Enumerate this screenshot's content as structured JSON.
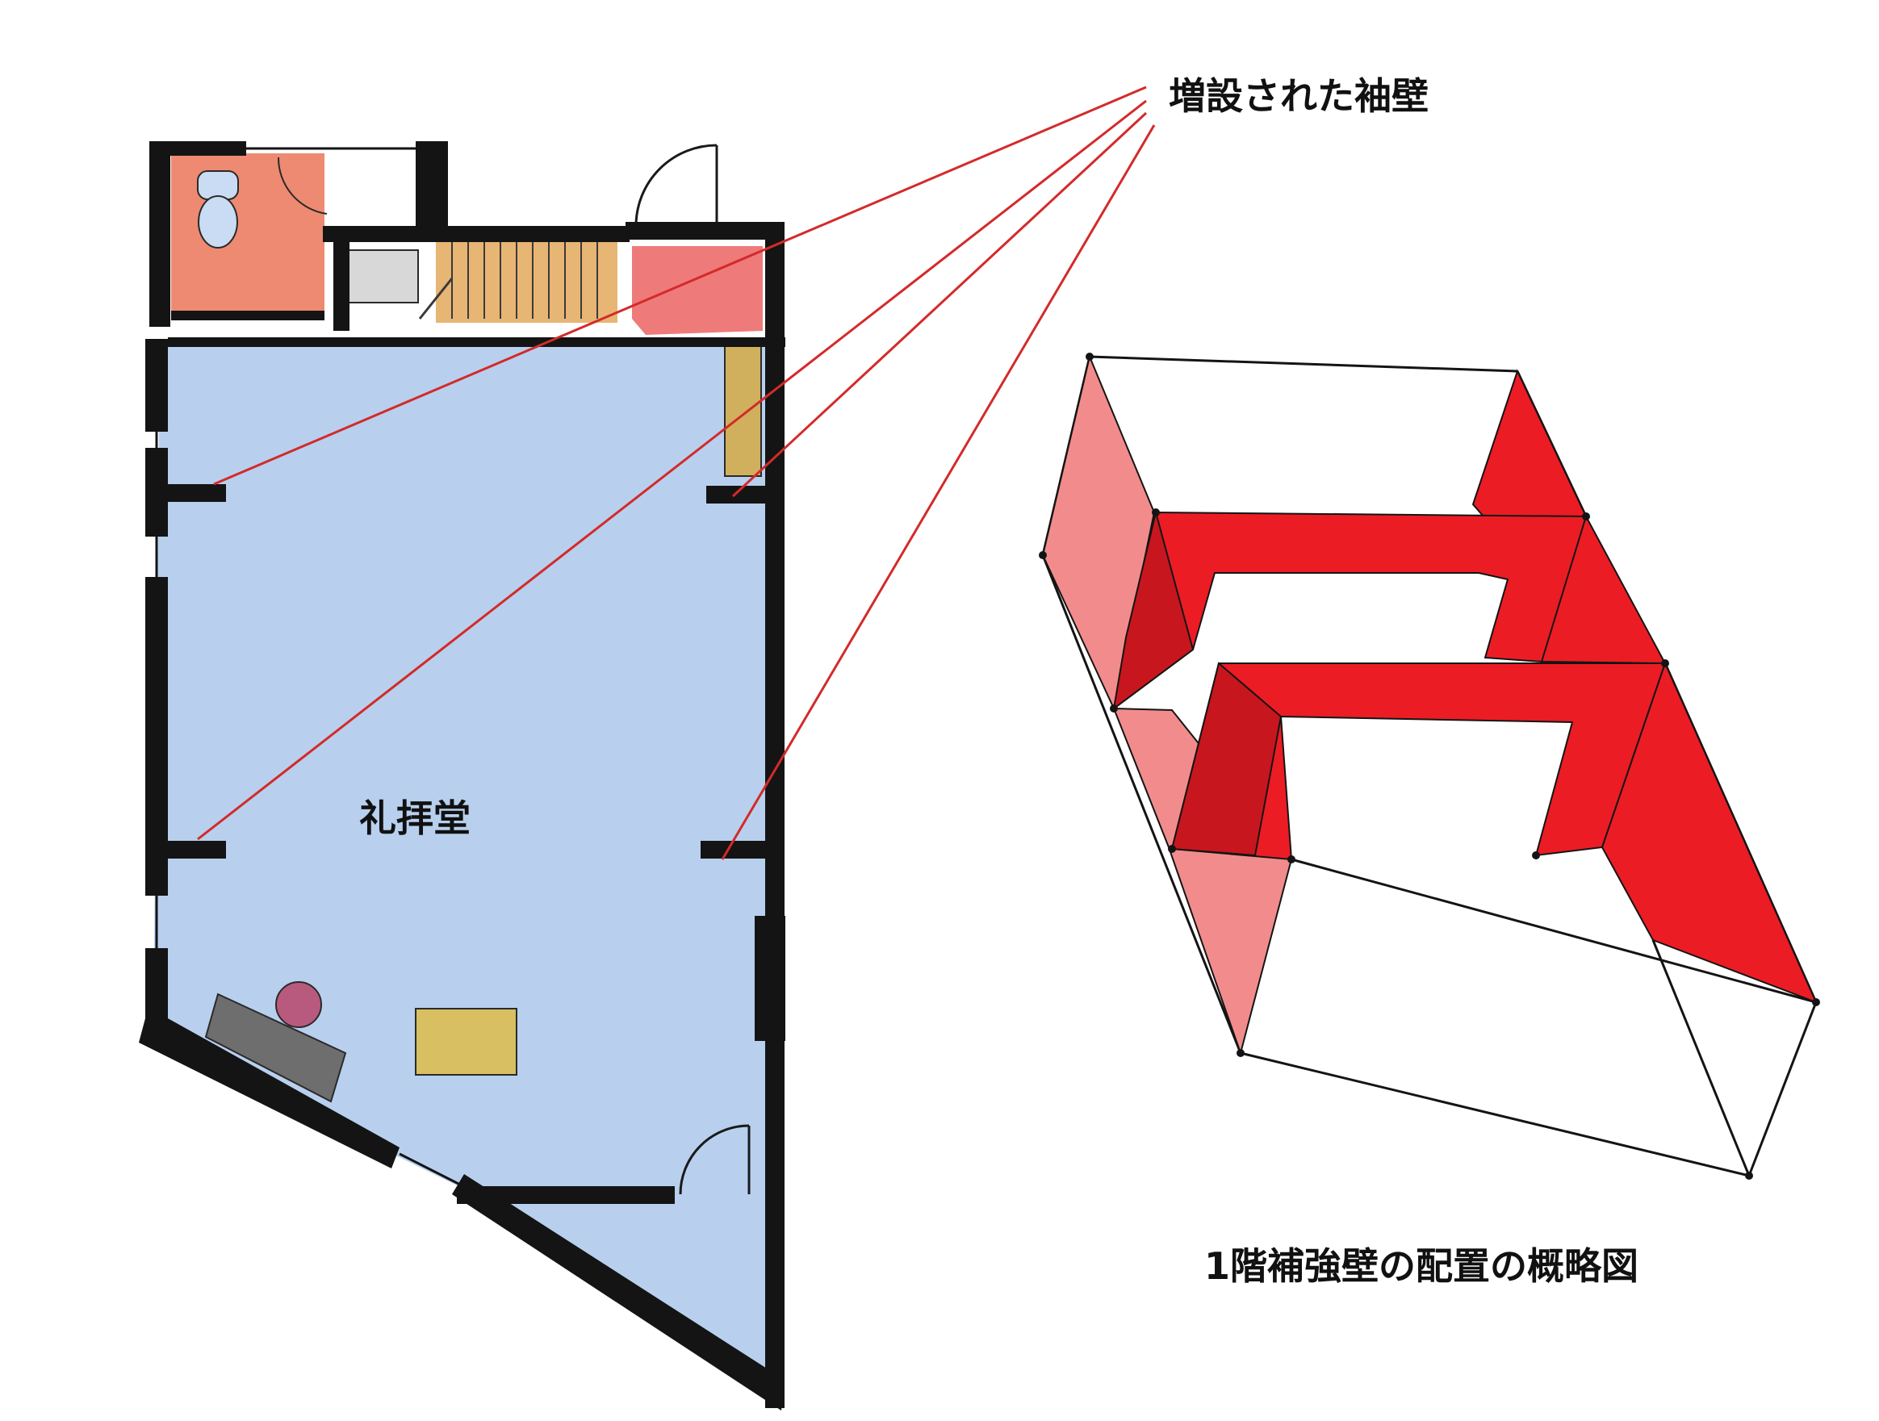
{
  "callout": {
    "text": "増設された袖壁",
    "line_color": "#d42a2a"
  },
  "room": {
    "label": "礼拝堂",
    "fill": "#b8d0ee"
  },
  "diagram": {
    "caption": "1階補強壁の配置の概略図",
    "wall_red": "#ec1c24",
    "wall_pink": "#f28c8c",
    "wall_dark": "#c8161e"
  },
  "colors": {
    "wall": "#141414",
    "toilet_fill": "#ee8a72",
    "stair_fill": "#e7b574",
    "entry_fill": "#ef7a7a",
    "cabinet_fill": "#d0b05c",
    "desk_fill": "#d8bf62",
    "bench_fill": "#6e6e6e",
    "stool_fill": "#b85a7e"
  }
}
